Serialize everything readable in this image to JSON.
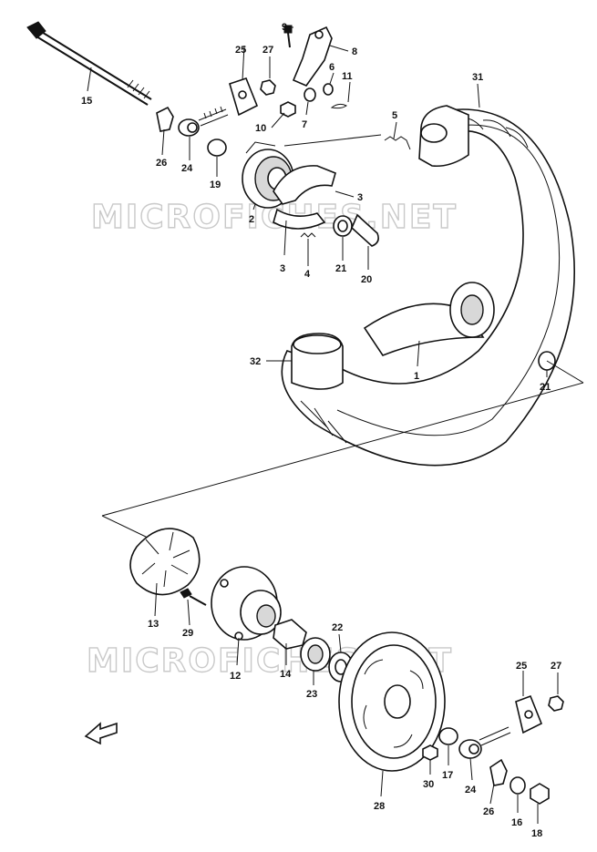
{
  "watermarks": [
    "MICROFICHES.NET",
    "MICROFICHES.NET"
  ],
  "parts": [
    {
      "id": "p9",
      "text": "9"
    },
    {
      "id": "p8",
      "text": "8"
    },
    {
      "id": "p25a",
      "text": "25"
    },
    {
      "id": "p27a",
      "text": "27"
    },
    {
      "id": "p6",
      "text": "6"
    },
    {
      "id": "p11",
      "text": "11"
    },
    {
      "id": "p31",
      "text": "31"
    },
    {
      "id": "p15",
      "text": "15"
    },
    {
      "id": "p10",
      "text": "10"
    },
    {
      "id": "p7",
      "text": "7"
    },
    {
      "id": "p5",
      "text": "5"
    },
    {
      "id": "p26a",
      "text": "26"
    },
    {
      "id": "p24a",
      "text": "24"
    },
    {
      "id": "p19",
      "text": "19"
    },
    {
      "id": "p3a",
      "text": "3"
    },
    {
      "id": "p2",
      "text": "2"
    },
    {
      "id": "p3b",
      "text": "3"
    },
    {
      "id": "p4",
      "text": "4"
    },
    {
      "id": "p21a",
      "text": "21"
    },
    {
      "id": "p20",
      "text": "20"
    },
    {
      "id": "p32",
      "text": "32"
    },
    {
      "id": "p1",
      "text": "1"
    },
    {
      "id": "p21b",
      "text": "21"
    },
    {
      "id": "p13",
      "text": "13"
    },
    {
      "id": "p29",
      "text": "29"
    },
    {
      "id": "p22",
      "text": "22"
    },
    {
      "id": "p12",
      "text": "12"
    },
    {
      "id": "p14",
      "text": "14"
    },
    {
      "id": "p23",
      "text": "23"
    },
    {
      "id": "p25b",
      "text": "25"
    },
    {
      "id": "p27b",
      "text": "27"
    },
    {
      "id": "p30",
      "text": "30"
    },
    {
      "id": "p17",
      "text": "17"
    },
    {
      "id": "p24b",
      "text": "24"
    },
    {
      "id": "p26b",
      "text": "26"
    },
    {
      "id": "p16",
      "text": "16"
    },
    {
      "id": "p18",
      "text": "18"
    },
    {
      "id": "p28",
      "text": "28"
    }
  ],
  "direction_arrow": {
    "icon": "front-direction-arrow-icon"
  }
}
